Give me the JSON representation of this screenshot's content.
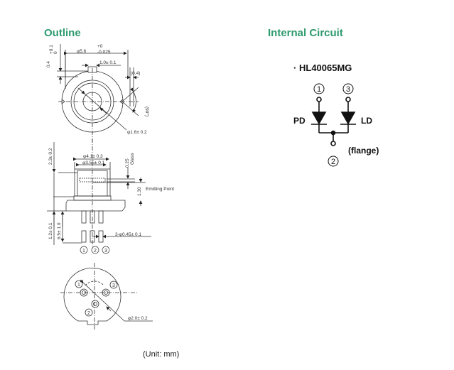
{
  "headings": {
    "outline": "Outline",
    "internal_circuit": "Internal Circuit"
  },
  "outline": {
    "top_view": {
      "cap_diameter": "φ5.6",
      "cap_tol_plus": "+0",
      "cap_tol_minus": "-0.025",
      "key_width": "1.0± 0.1",
      "offset": "(0.4)",
      "key_depth": "0.4",
      "key_depth_tol_plus": "+0.1",
      "key_depth_tol_minus": "0",
      "angle": "(90°)",
      "window_diameter": "φ1.6± 0.2"
    },
    "side_view": {
      "cap_outer": "φ4.1± 0.3",
      "cap_inner": "φ3.55± 0.1",
      "glass_thickness": "0.25",
      "glass_label": "Glass",
      "emit_height": "1.30",
      "emitting_point": "Emitting Point",
      "total_height": "2.3± 0.2",
      "flange_height": "1.2± 0.1",
      "lead_length": "6.5± 1.0",
      "lead_diameter": "3-φ0.45± 0.1",
      "pins": [
        "1",
        "2",
        "3"
      ]
    },
    "bottom_view": {
      "pin_circle": "φ2.0± 0.2",
      "pins": [
        "1",
        "2",
        "3"
      ]
    },
    "unit_note": "(Unit: mm)"
  },
  "circuit": {
    "part_number": "HL40065MG",
    "bullet": "·",
    "pd_label": "PD",
    "ld_label": "LD",
    "pins": [
      "1",
      "3",
      "2"
    ],
    "flange_label": "(flange)"
  }
}
